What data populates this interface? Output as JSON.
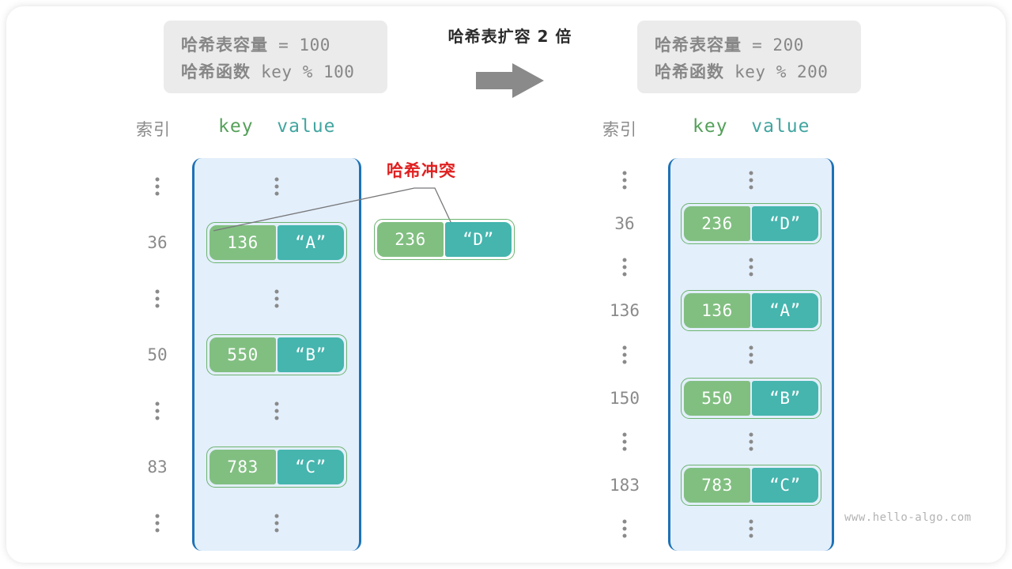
{
  "infobox_left": {
    "capacity_label": "哈希表容量",
    "capacity_text": " = 100",
    "function_label": "哈希函数",
    "function_text": " key % 100"
  },
  "infobox_right": {
    "capacity_label": "哈希表容量",
    "capacity_text": " = 200",
    "function_label": "哈希函数",
    "function_text": " key % 200"
  },
  "transition": {
    "label": "哈希表扩容 2 倍",
    "arrow_icon": "arrow-right-icon",
    "arrow_color": "#8a8a8a"
  },
  "headers": {
    "index": "索引",
    "key": "key",
    "value": "value",
    "key_color": "#55a05a",
    "value_color": "#42a5a0"
  },
  "collision": {
    "label": "哈希冲突",
    "color": "#e02020",
    "detached_entry": {
      "index": "",
      "key": "236",
      "value": "“D”"
    }
  },
  "colors": {
    "panel_fill": "#e3effb",
    "panel_border": "#1d72b8",
    "key_cell": "#81bf81",
    "value_cell": "#45b5ae",
    "pair_outline": "#6cb36f",
    "muted_text": "#8a8a8a",
    "infobox_bg": "#ebebeb"
  },
  "table_left": {
    "rows": [
      {
        "type": "ellipsis",
        "index": "⋮"
      },
      {
        "type": "entry",
        "index": "36",
        "key": "136",
        "value": "“A”"
      },
      {
        "type": "ellipsis",
        "index": "⋮"
      },
      {
        "type": "entry",
        "index": "50",
        "key": "550",
        "value": "“B”"
      },
      {
        "type": "ellipsis",
        "index": "⋮"
      },
      {
        "type": "entry",
        "index": "83",
        "key": "783",
        "value": "“C”"
      },
      {
        "type": "ellipsis",
        "index": "⋮"
      }
    ]
  },
  "table_right": {
    "rows": [
      {
        "type": "ellipsis",
        "index": "⋮"
      },
      {
        "type": "entry",
        "index": "36",
        "key": "236",
        "value": "“D”"
      },
      {
        "type": "ellipsis",
        "index": "⋮"
      },
      {
        "type": "entry",
        "index": "136",
        "key": "136",
        "value": "“A”"
      },
      {
        "type": "ellipsis",
        "index": "⋮"
      },
      {
        "type": "entry",
        "index": "150",
        "key": "550",
        "value": "“B”"
      },
      {
        "type": "ellipsis",
        "index": "⋮"
      },
      {
        "type": "entry",
        "index": "183",
        "key": "783",
        "value": "“C”"
      },
      {
        "type": "ellipsis",
        "index": "⋮"
      }
    ]
  },
  "watermark": "www.hello-algo.com"
}
